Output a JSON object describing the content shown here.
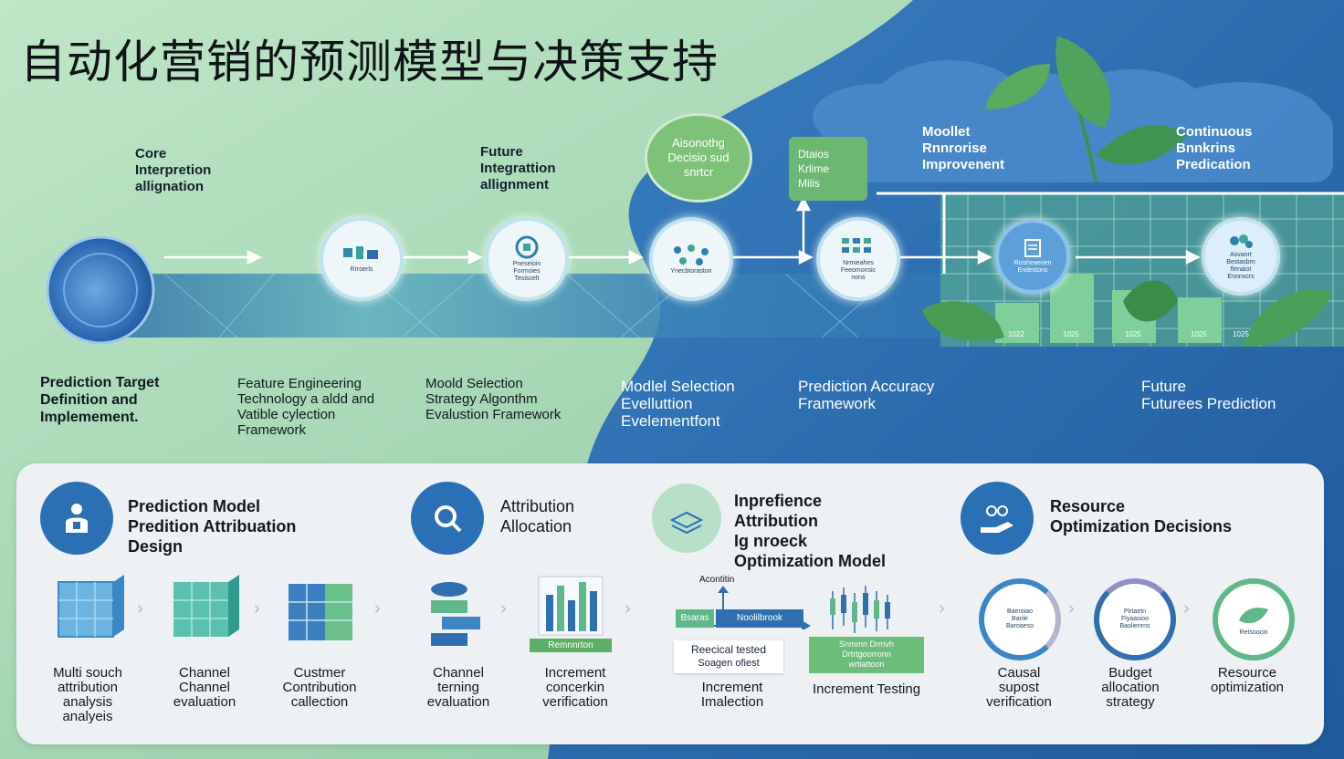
{
  "title": "自动化营销的预测模型与决策支持",
  "top_labels": [
    "Core\nInterpretion\nallignation",
    "Future\nIntegrattion\nallignment",
    "Aisonothg\nDecisio sud\nsnrtcr",
    "Dtaios\nKrlime\nMilis",
    "Moollet\nRnnrorise\nImprovenent",
    "Continuous\nBnnkrins\nPredication"
  ],
  "node_texts": [
    "Rrroerls",
    "Pneseioin\nFormoies\nTesiscelt",
    "Ynecbtoraston",
    "Nrmieahes\nFeeomonsic\nnons",
    "Rcisheaeoen\nEndestons",
    "Asvanrt\nBestasbrn\nflenaiot\nEnnnxcrs"
  ],
  "chart_labels": [
    "1022",
    "1025",
    "1025",
    "1025",
    "1025"
  ],
  "mid_labels": [
    "Prediction Target\nDefinition and\nImplemement.",
    "Feature Engineering\nTechnology a aldd and\nVatible cylection\nFramework",
    "Moold Selection\nStrategy Algonthm\nEvalustion Framework",
    "Modlel Selection\nEvelluttion\nEvelementfont",
    "Prediction Accuracy\nFramework",
    "Future\nFuturees Prediction"
  ],
  "sections": [
    {
      "title": "Prediction Model\nPredition Attribuation\nDesign"
    },
    {
      "title": "Attribution\nAllocation"
    },
    {
      "title": "Inprefience\nAttribution\nIg nroeck\nOptimization Model"
    },
    {
      "title": "Resource\nOptimization Decisions"
    }
  ],
  "steps": [
    "Multi souch\nattribution\nanalysis\nanalyeis",
    "Channel\nChannel\nevaluation",
    "Custmer\nContribution\ncallection",
    "Channel\nterning\nevaluation",
    "Increment\nconcerkin\nverification",
    "Increment\nImalection",
    "Increment Testing",
    "Causal\nsupost\nverification",
    "Budget\nallocation\nstrategy",
    "Resource\noptimization"
  ],
  "small_tags": {
    "remnnrton": "Remnnrton",
    "acontition": "Acontitin",
    "bsaras": "Bsaras",
    "noolilbrook": "Noolilbrook",
    "rec_line1": "Reecical tested",
    "rec_line2": "Soagen ofiest",
    "green_box": "Snmmn Drmvh\nDrtrtgoorronn\nwrtiattoon"
  },
  "ring_texts": [
    "Baeroiao\nBanle\nBaroaeso",
    "Plrtaetn\nFlyaasioo\nBaolienrns",
    "Retsoocin"
  ],
  "colors": {
    "green_bg": "#a9d8b5",
    "blue_bg": "#2a67a8",
    "badge_blue": "#2b6fb4",
    "card_bg": "#eef1f3"
  }
}
